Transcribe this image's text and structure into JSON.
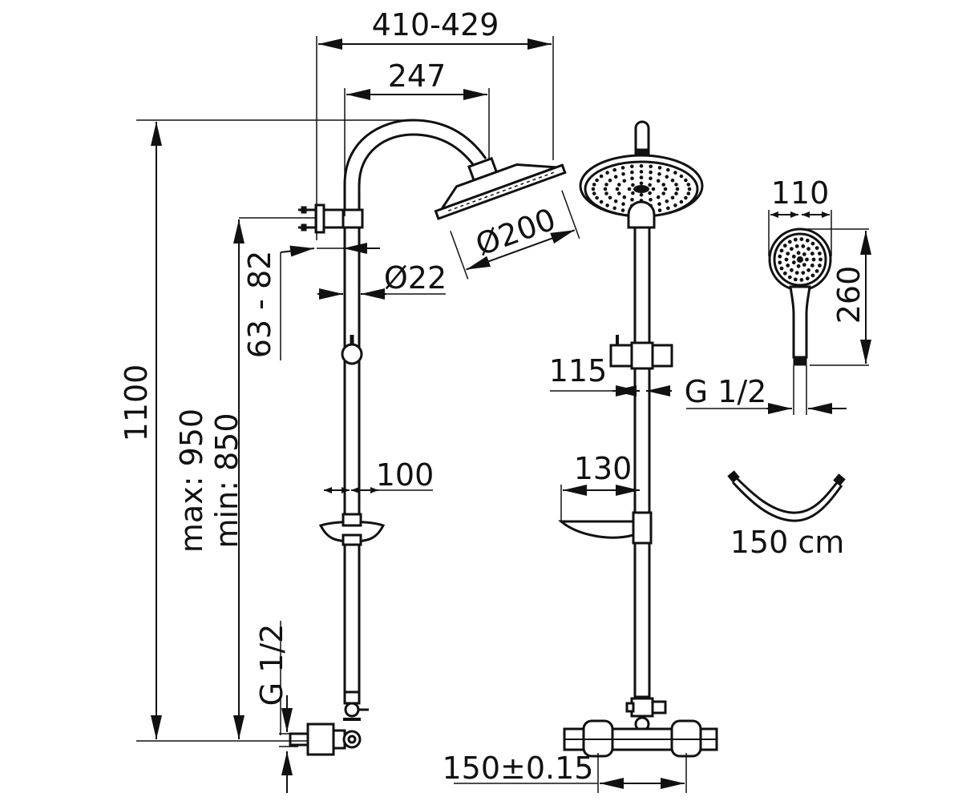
{
  "dimensions": {
    "total_width": "410-429",
    "arm_reach": "247",
    "head_diameter": "Ø200",
    "wall_offset": "63 - 82",
    "pipe_diameter": "Ø22",
    "total_height": "1100",
    "inlet_height": "max: 950\nmin: 850",
    "inlet_height_max": "max: 950",
    "inlet_height_min": "min: 850",
    "left_inlet_thread": "G 1/2",
    "dish_offset_side": "100",
    "holder_width": "115",
    "dish_width": "130",
    "mixer_spacing": "150±0.15",
    "hand_shower_width": "110",
    "hand_shower_length": "260",
    "hand_shower_thread": "G 1/2",
    "hose_length": "150 cm"
  }
}
